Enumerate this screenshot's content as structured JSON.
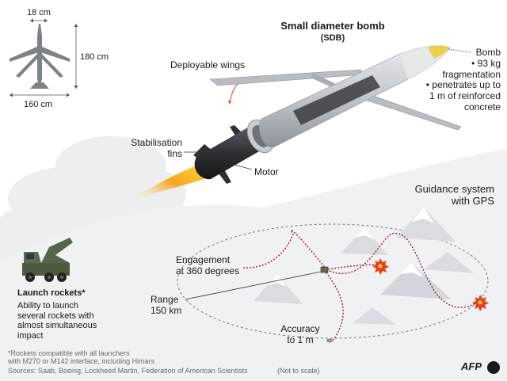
{
  "title": "Small diameter bomb",
  "subtitle": "(SDB)",
  "dimensions": {
    "wingspan": "18 cm",
    "height": "180 cm",
    "width": "160 cm"
  },
  "labels": {
    "deployable_wings": "Deployable wings",
    "stabilisation_fins_1": "Stabilisation",
    "stabilisation_fins_2": "fins",
    "motor": "Motor",
    "bomb_title": "Bomb",
    "bomb_bullets": [
      "• 93 kg",
      "fragmentation",
      "• penetrates up to",
      "1 m of reinforced",
      "concrete"
    ],
    "guidance_1": "Guidance system",
    "guidance_2": "with GPS",
    "engagement_1": "Engagement",
    "engagement_2": "at 360 degrees",
    "range_1": "Range",
    "range_2": "150 km",
    "accuracy_1": "Accuracy",
    "accuracy_2": "to 1 m"
  },
  "launch": {
    "title": "Launch rockets*",
    "desc": [
      "Ability to launch",
      "several rockets with",
      "almost simultaneous",
      "impact"
    ]
  },
  "footnote": [
    "*Rockets compatible with all launchers",
    "with M270 or M142 interface, including Himars"
  ],
  "sources": "Sources: Saab, Boeing, Lockheed Martin, Federation of American Scientists",
  "not_to_scale": "(Not to scale)",
  "logo_text": "AFP",
  "colors": {
    "bomb_body": "#c9cdd2",
    "bomb_dark": "#3a3c40",
    "nose_tip": "#e8d24a",
    "flame": "#f5a623",
    "flight_path": "#9a1f3a",
    "explosion": "#e8401c",
    "mountain": "#d9dde1"
  },
  "icons": [
    "launcher-truck-icon",
    "explosion-icon",
    "mountain-icon",
    "target-marker-icon"
  ]
}
